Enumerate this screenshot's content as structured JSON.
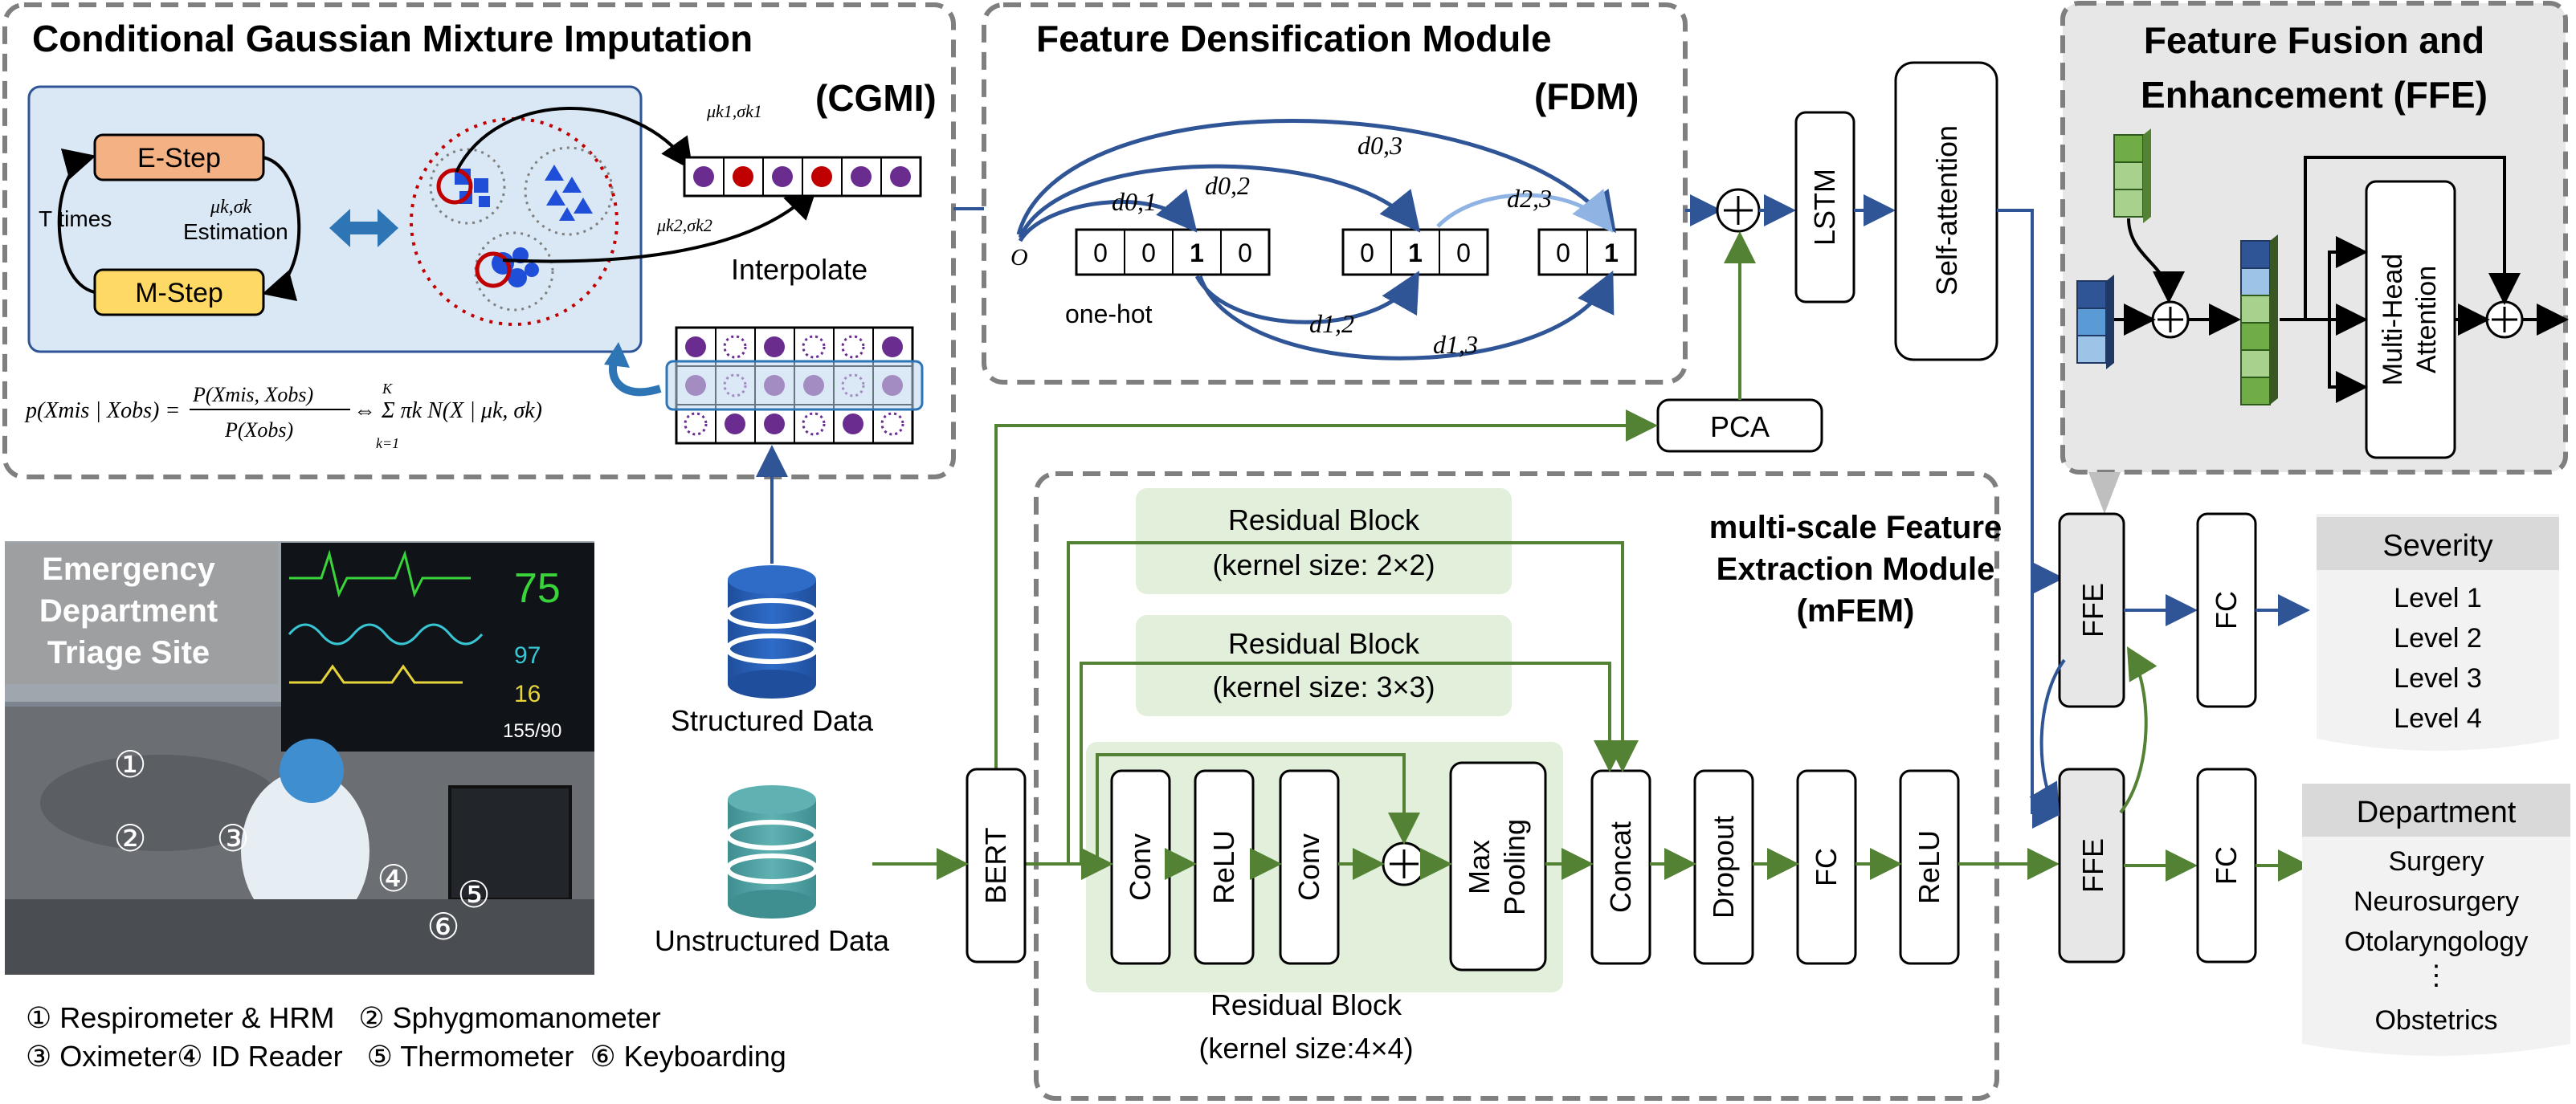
{
  "cgmi": {
    "title": "Conditional Gaussian Mixture Imputation",
    "abbr": "(CGMI)",
    "e_step": "E-Step",
    "m_step": "M-Step",
    "t_times": "T times",
    "estimation": "Estimation",
    "mu_sigma_k": "μk,σk",
    "mu_sigma_k1": "μk1,σk1",
    "mu_sigma_k2": "μk2,σk2",
    "interpolate": "Interpolate",
    "formula_lhs": "p(Xmis | Xobs) =",
    "formula_num": "P(Xmis, Xobs)",
    "formula_den": "P(Xobs)",
    "formula_rhs": "⇔ Σ πk N(X | μk, σk)",
    "sum_top": "K",
    "sum_bottom": "k=1"
  },
  "fdm": {
    "title": "Feature Densification Module",
    "abbr": "(FDM)",
    "origin": "O",
    "one_hot": "one-hot",
    "d01": "d0,1",
    "d02": "d0,2",
    "d03": "d0,3",
    "d12": "d1,2",
    "d13": "d1,3",
    "d23": "d2,3",
    "vec1": [
      "0",
      "0",
      "1",
      "0"
    ],
    "vec2": [
      "0",
      "1",
      "0"
    ],
    "vec3": [
      "0",
      "1"
    ]
  },
  "ffe": {
    "title_line1": "Feature Fusion and",
    "title_line2": "Enhancement (FFE)",
    "mha_line1": "Multi-Head",
    "mha_line2": "Attention"
  },
  "pipeline": {
    "lstm": "LSTM",
    "self_attention": "Self-attention",
    "pca": "PCA",
    "bert": "BERT",
    "ffe_label": "FFE",
    "fc": "FC"
  },
  "mfem": {
    "title_line1": "multi-scale Feature",
    "title_line2": "Extraction Module",
    "title_line3": "(mFEM)",
    "res1_line1": "Residual Block",
    "res1_line2": "(kernel size: 2×2)",
    "res2_line1": "Residual Block",
    "res2_line2": "(kernel size: 3×3)",
    "res3_line1": "Residual Block",
    "res3_line2": "(kernel size:4×4)",
    "conv": "Conv",
    "relu": "ReLU",
    "max_pooling_line1": "Max",
    "max_pooling_line2": "Pooling",
    "concat": "Concat",
    "dropout": "Dropout",
    "fc": "FC",
    "relu2": "ReLU"
  },
  "data_sources": {
    "structured": "Structured Data",
    "unstructured": "Unstructured Data"
  },
  "photo": {
    "site_line1": "Emergency",
    "site_line2": "Department",
    "site_line3": "Triage Site",
    "monitor_hr": "75",
    "monitor_spo2": "97",
    "monitor_temp": "16",
    "monitor_bp": "155/90",
    "markers": [
      "①",
      "②",
      "③",
      "④",
      "⑤",
      "⑥"
    ]
  },
  "legend": {
    "line1": "① Respirometer & HRM   ② Sphygmomanometer",
    "line2": "③ Oximeter④ ID Reader   ⑤ Thermometer  ⑥ Keyboarding"
  },
  "outputs": {
    "severity_title": "Severity",
    "severity_items": [
      "Level 1",
      "Level 2",
      "Level 3",
      "Level 4"
    ],
    "department_title": "Department",
    "department_items": [
      "Surgery",
      "Neurosurgery",
      "Otolaryngology",
      "⋮",
      "Obstetrics"
    ]
  },
  "colors": {
    "blue_arrow": "#2f5597",
    "green_arrow": "#548235",
    "e_step": "#f4b183",
    "m_step": "#ffd966",
    "cgmi_panel": "#dae8f6",
    "green_block": "#e2efda",
    "ffe_panel": "#e7e7e7"
  }
}
